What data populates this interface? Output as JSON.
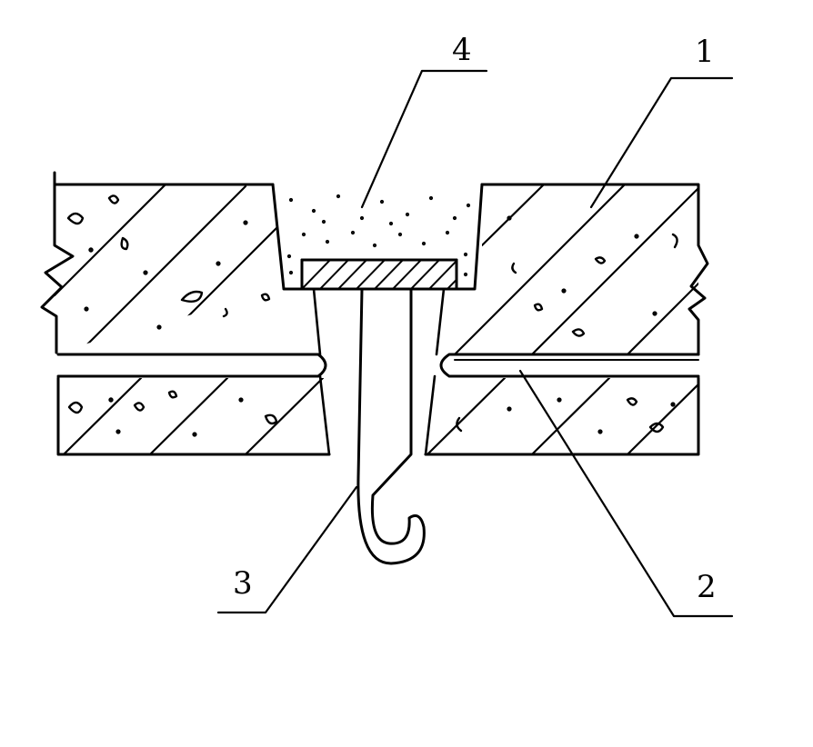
{
  "labels": {
    "part_1": "1",
    "part_2": "2",
    "part_3": "3",
    "part_4": "4"
  },
  "colors": {
    "ink": "#000000",
    "paper": "#ffffff"
  }
}
